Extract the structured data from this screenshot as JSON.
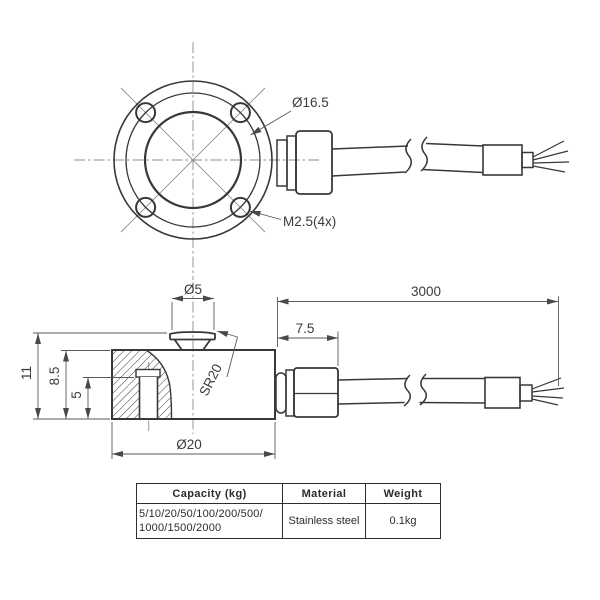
{
  "drawing": {
    "top_view": {
      "labels": {
        "bolt_circle_dia": "Ø16.5",
        "mount_thread": "M2.5(4x)"
      }
    },
    "side_view": {
      "labels": {
        "button_dia": "Ø5",
        "connector_len": "7.5",
        "cable_len": "3000",
        "total_height": "11",
        "body_height": "8.5",
        "hole_depth": "5",
        "sphere_radius": "SR20",
        "body_dia": "Ø20"
      }
    },
    "colors": {
      "outline": "#383838",
      "dimension": "#595959",
      "centerline": "#8d8d8d",
      "background": "#ffffff"
    }
  },
  "spec_table": {
    "headers": [
      "Capacity (kg)",
      "Material",
      "Weight"
    ],
    "row": {
      "capacity_line1": "5/10/20/50/100/200/500/",
      "capacity_line2": "1000/1500/2000",
      "material": "Stainless steel",
      "weight": "0.1kg"
    }
  }
}
